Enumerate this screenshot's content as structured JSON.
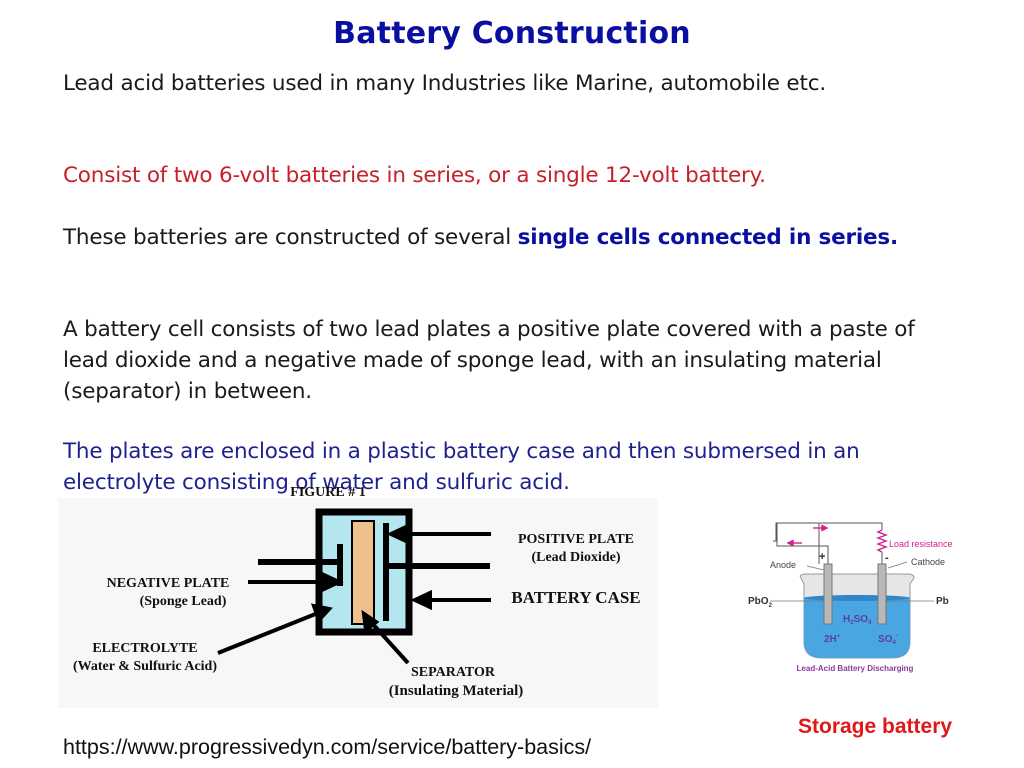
{
  "slide": {
    "title": "Battery Construction",
    "paragraphs": {
      "p1": "Lead acid batteries used in many Industries like Marine, automobile etc.",
      "p2": "Consist of two 6-volt batteries in series, or a single 12-volt battery.",
      "p3_plain": "These batteries are constructed of several ",
      "p3_highlight": "single cells connected in series.",
      "p4": "A battery cell consists of two lead plates a positive plate covered with a paste of lead dioxide and a negative made of sponge lead, with an insulating material (separator) in between.",
      "p5": "The plates are enclosed in a plastic battery case and then submersed in an electrolyte consisting of water and sulfuric acid."
    },
    "colors": {
      "title": "#0b0fa0",
      "red_text": "#c8202a",
      "blue_text": "#1f2190",
      "electrolyte": "#b4e6f0",
      "separator": "#f0c08c",
      "storage_caption": "#e01818",
      "load_resistance": "#d4208c"
    }
  },
  "figure1": {
    "heading": "FIGURE # 1",
    "labels": {
      "negative_plate": "NEGATIVE PLATE",
      "negative_plate_sub": "(Sponge Lead)",
      "electrolyte": "ELECTROLYTE",
      "electrolyte_sub": "(Water & Sulfuric Acid)",
      "positive_plate": "POSITIVE PLATE",
      "positive_plate_sub": "(Lead Dioxide)",
      "battery_case": "BATTERY CASE",
      "separator": "SEPARATOR",
      "separator_sub": "(Insulating Material)"
    }
  },
  "figure2": {
    "labels": {
      "load_resistance": "Load resistance",
      "anode": "Anode",
      "cathode": "Cathode",
      "plus": "+",
      "minus": "-",
      "pbo2": "PbO",
      "pbo2_sub": "2",
      "pb": "Pb",
      "h2so4_h": "H",
      "h2so4_2": "2",
      "h2so4_so": "SO",
      "h2so4_4": "4",
      "h_ion": "2H",
      "h_ion_sup": "+",
      "so4_ion": "SO",
      "so4_sub": "4",
      "so4_sup": "-",
      "caption": "Lead-Acid Battery Discharging"
    }
  },
  "captions": {
    "storage_battery": "Storage battery",
    "source_url": "https://www.progressivedyn.com/service/battery-basics/"
  }
}
